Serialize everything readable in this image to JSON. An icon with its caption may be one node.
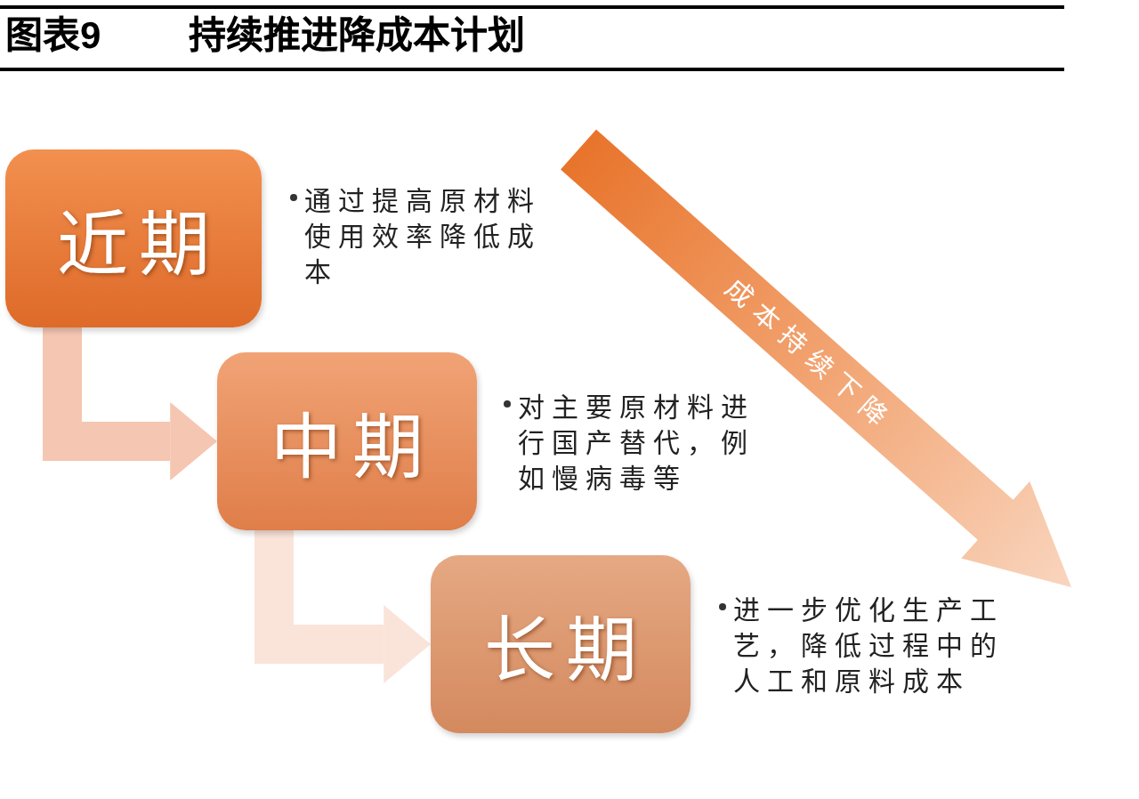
{
  "diagram": {
    "title": "持续推进降成本计划",
    "nodes": [
      {
        "text": [
          "近期"
        ],
        "beside": [
          "通过提高原材料使用效率降低成本"
        ]
      },
      {
        "text": [
          "中期"
        ],
        "beside": [
          "对主要原材料进行国产替代，例如慢病毒等"
        ]
      },
      {
        "text": [
          "长期"
        ],
        "beside": [
          "进一步优化生产工艺，降低过程中的人工和原料成本"
        ]
      }
    ],
    "edges": [
      {
        "from": 0,
        "to": 1,
        "arrow": "to",
        "color": "#f5c6b1"
      },
      {
        "from": 1,
        "to": 2,
        "arrow": "to",
        "color": "#fae4da"
      }
    ],
    "labels": [
      "图表9",
      "成本持续下降"
    ]
  }
}
